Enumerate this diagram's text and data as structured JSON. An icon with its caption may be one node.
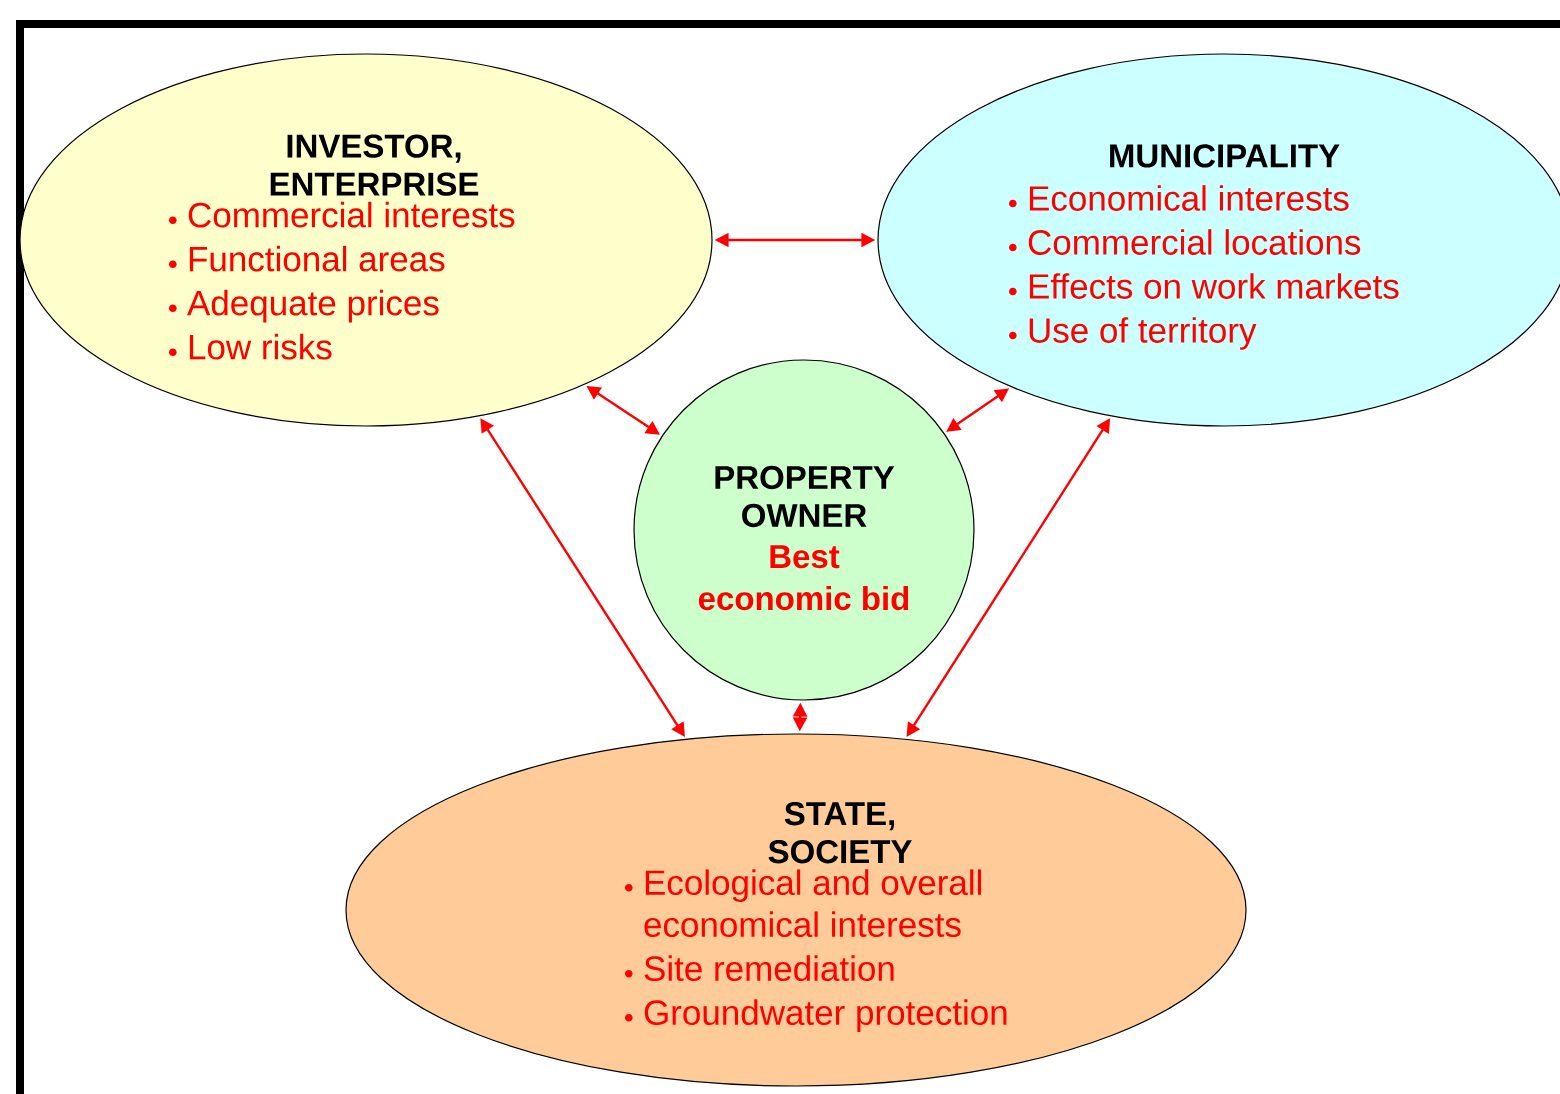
{
  "diagram": {
    "nodes": [
      {
        "text": [
          "INVESTOR, ENTERPRISE",
          "Commercial interests",
          "Functional areas",
          "Adequate prices",
          "Low risks"
        ]
      },
      {
        "text": [
          "MUNICIPALITY",
          "Economical interests",
          "Commercial locations",
          "Effects on work markets",
          "Use of territory"
        ]
      },
      {
        "text": [
          "PROPERTY OWNER",
          "Best economic bid"
        ]
      },
      {
        "text": [
          "STATE, SOCIETY",
          "Ecological and overall economical interests",
          "Site remediation",
          "Groundwater protection"
        ]
      }
    ],
    "edges": [
      {
        "from": 0,
        "to": 1,
        "arrow": "both"
      },
      {
        "from": 0,
        "to": 2,
        "arrow": "both"
      },
      {
        "from": 1,
        "to": 2,
        "arrow": "both"
      },
      {
        "from": 0,
        "to": 3,
        "arrow": "both"
      },
      {
        "from": 1,
        "to": 3,
        "arrow": "both"
      },
      {
        "from": 2,
        "to": 3,
        "arrow": "both"
      }
    ]
  }
}
